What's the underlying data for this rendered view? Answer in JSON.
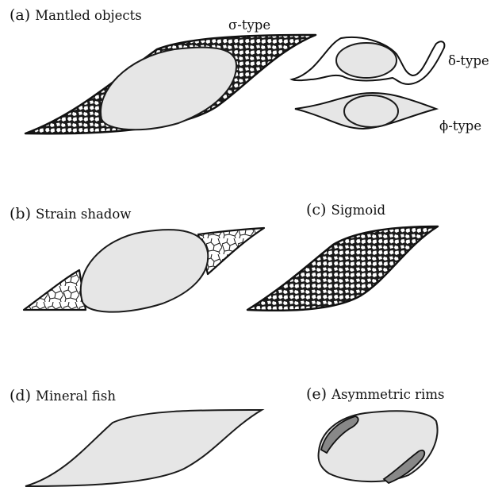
{
  "panels": {
    "a": {
      "letter": "(a)",
      "title": "Mantled objects",
      "types": {
        "sigma": "σ-type",
        "delta": "δ-type",
        "phi": "ϕ-type"
      }
    },
    "b": {
      "letter": "(b)",
      "title": "Strain shadow"
    },
    "c": {
      "letter": "(c)",
      "title": "Sigmoid"
    },
    "d": {
      "letter": "(d)",
      "title": "Mineral fish"
    },
    "e": {
      "letter": "(e)",
      "title": "Asymmetric rims"
    }
  },
  "colors": {
    "porphyroclast_fill": "#e6e6e6",
    "mantle_pattern_dark": "#1a1a1a",
    "mantle_pattern_light": "#ffffff",
    "rim_fill": "#888888",
    "outline": "#111111"
  }
}
